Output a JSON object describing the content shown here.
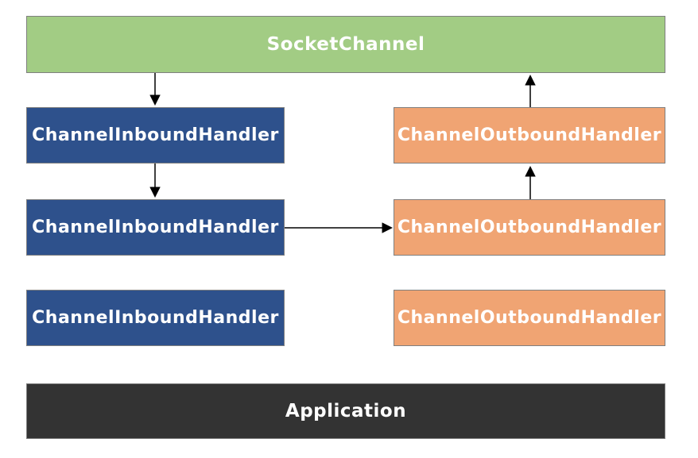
{
  "diagram": {
    "socket_channel": {
      "label": "SocketChannel",
      "fill": "#a2cc84"
    },
    "inbound_handlers": [
      {
        "label": "ChannelInboundHandler"
      },
      {
        "label": "ChannelInboundHandler"
      },
      {
        "label": "ChannelInboundHandler"
      }
    ],
    "outbound_handlers": [
      {
        "label": "ChannelOutboundHandler"
      },
      {
        "label": "ChannelOutboundHandler"
      },
      {
        "label": "ChannelOutboundHandler"
      }
    ],
    "application": {
      "label": "Application",
      "fill": "#333333"
    },
    "colors": {
      "socket_fill": "#a2cc84",
      "inbound_fill": "#2e518c",
      "outbound_fill": "#f0a473",
      "application_fill": "#333333",
      "box_border": "#7f7f7f",
      "label_text": "#ffffff",
      "arrow": "#000000",
      "background": "#ffffff"
    },
    "arrows": [
      {
        "from": "SocketChannel",
        "to": "ChannelInboundHandler-1",
        "direction": "down"
      },
      {
        "from": "ChannelInboundHandler-1",
        "to": "ChannelInboundHandler-2",
        "direction": "down"
      },
      {
        "from": "ChannelInboundHandler-2",
        "to": "ChannelOutboundHandler-2",
        "direction": "right"
      },
      {
        "from": "ChannelOutboundHandler-2",
        "to": "ChannelOutboundHandler-1",
        "direction": "up"
      },
      {
        "from": "ChannelOutboundHandler-1",
        "to": "SocketChannel",
        "direction": "up"
      }
    ]
  }
}
